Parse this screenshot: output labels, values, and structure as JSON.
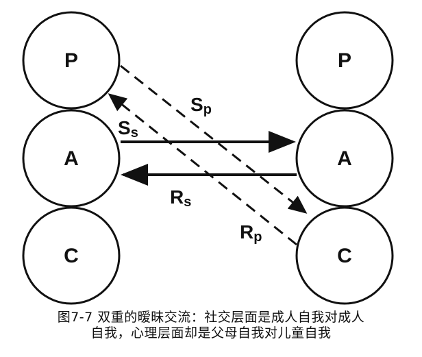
{
  "left_person": {
    "parent": "P",
    "adult": "A",
    "child": "C"
  },
  "right_person": {
    "parent": "P",
    "adult": "A",
    "child": "C"
  },
  "transactions": {
    "social_stimulus": {
      "main": "S",
      "sub": "s"
    },
    "social_response": {
      "main": "R",
      "sub": "s"
    },
    "psych_stimulus": {
      "main": "S",
      "sub": "p"
    },
    "psych_response": {
      "main": "R",
      "sub": "p"
    }
  },
  "caption": {
    "line1": "图7-7 双重的暧昧交流：社交层面是成人自我对成人",
    "line2": "自我，心理层面却是父母自我对儿童自我"
  }
}
